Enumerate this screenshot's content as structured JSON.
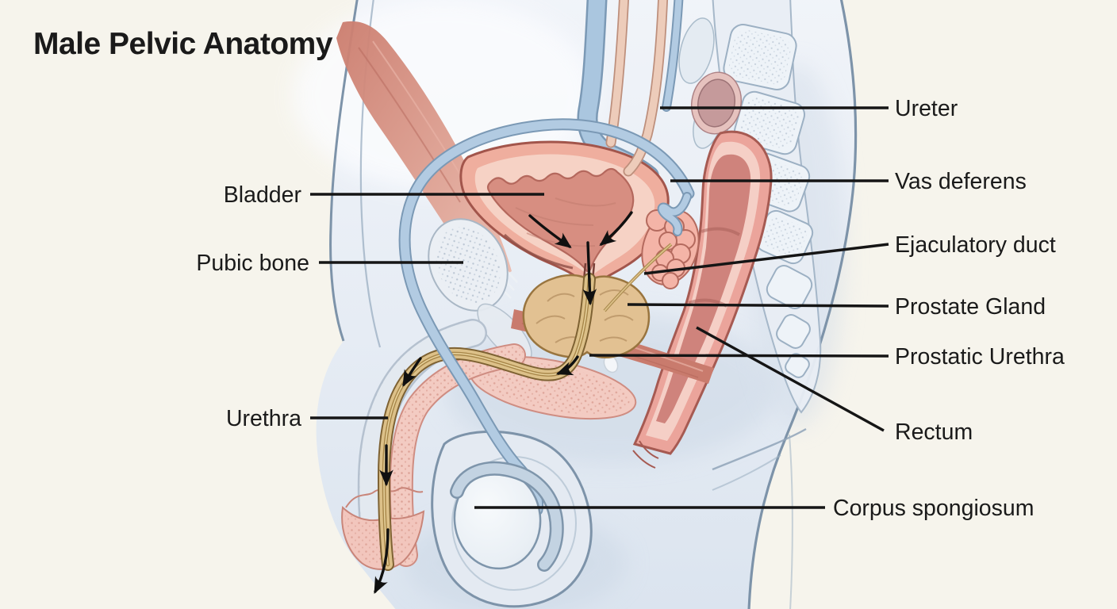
{
  "title": "Male Pelvic Anatomy",
  "figure": {
    "type": "medical-illustration",
    "view": "sagittal cross-section of the male pelvis",
    "style": "textbook line-and-wash anatomical drawing with labeled leader lines",
    "flow_arrows": "black arrows trace urine path from bladder through prostatic urethra and penile urethra to external meatus"
  },
  "labels": {
    "bladder": "Bladder",
    "pubic_bone": "Pubic bone",
    "urethra": "Urethra",
    "ureter": "Ureter",
    "vas_deferens": "Vas deferens",
    "ejaculatory_duct": "Ejaculatory duct",
    "prostate_gland": "Prostate Gland",
    "prostatic_urethra": "Prostatic Urethra",
    "rectum": "Rectum",
    "corpus_spongiosum": "Corpus spongiosum"
  },
  "annotation_sides": {
    "left": [
      "Bladder",
      "Pubic bone",
      "Urethra"
    ],
    "right": [
      "Ureter",
      "Vas deferens",
      "Ejaculatory duct",
      "Prostate Gland",
      "Prostatic Urethra",
      "Rectum",
      "Corpus spongiosum"
    ]
  },
  "palette": {
    "background": "#f6f4ec",
    "body_fill": "#e7edf4",
    "body_outline": "#7d93a9",
    "bladder_wall": "#efae9e",
    "bladder_outline": "#a2554b",
    "bladder_lumen": "#d78e81",
    "rectum_fill": "#eba49b",
    "rectum_lumen": "#cf837c",
    "prostate_fill": "#e2c192",
    "prostate_outline": "#99753f",
    "urethra_fill": "#dcc088",
    "urethra_outline": "#7e6233",
    "vessel_blue": "#b2cbe2",
    "vessel_outline": "#7b99b5",
    "ureter_tube": "#edccba",
    "muscle_red": "#c97b6d",
    "bone_gray": "#ebeff4",
    "spongiosum_pink": "#f3cbc2",
    "testis_fill": "#f4f7fa",
    "label_text": "#1a1a1a",
    "leader_line": "#151515"
  }
}
